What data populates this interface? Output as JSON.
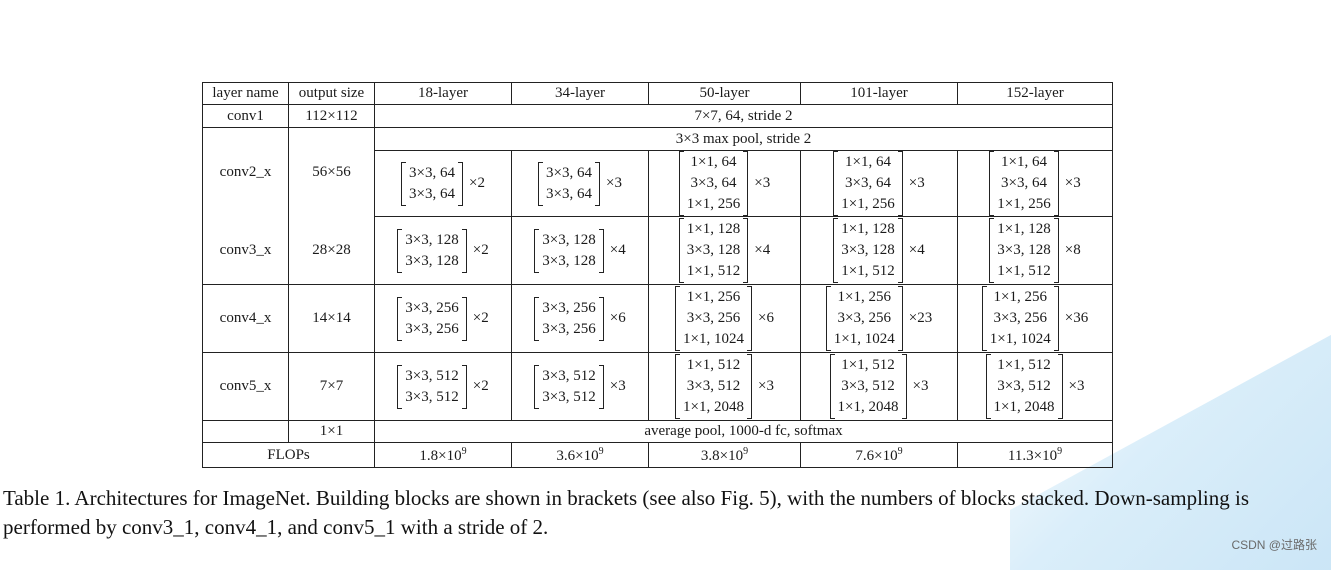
{
  "table": {
    "headers": [
      "layer name",
      "output size",
      "18-layer",
      "34-layer",
      "50-layer",
      "101-layer",
      "152-layer"
    ],
    "conv1": {
      "name": "conv1",
      "size": "112×112",
      "spec": "7×7, 64, stride 2"
    },
    "pool": {
      "spec": "3×3 max pool, stride 2"
    },
    "stages": [
      {
        "name": "conv2_x",
        "size": "56×56",
        "blocks": [
          {
            "lines": [
              "3×3, 64",
              "3×3, 64"
            ],
            "mult": "×2"
          },
          {
            "lines": [
              "3×3, 64",
              "3×3, 64"
            ],
            "mult": "×3"
          },
          {
            "lines": [
              "1×1, 64",
              "3×3, 64",
              "1×1, 256"
            ],
            "mult": "×3"
          },
          {
            "lines": [
              "1×1, 64",
              "3×3, 64",
              "1×1, 256"
            ],
            "mult": "×3"
          },
          {
            "lines": [
              "1×1, 64",
              "3×3, 64",
              "1×1, 256"
            ],
            "mult": "×3"
          }
        ]
      },
      {
        "name": "conv3_x",
        "size": "28×28",
        "blocks": [
          {
            "lines": [
              "3×3, 128",
              "3×3, 128"
            ],
            "mult": "×2"
          },
          {
            "lines": [
              "3×3, 128",
              "3×3, 128"
            ],
            "mult": "×4"
          },
          {
            "lines": [
              "1×1, 128",
              "3×3, 128",
              "1×1, 512"
            ],
            "mult": "×4"
          },
          {
            "lines": [
              "1×1, 128",
              "3×3, 128",
              "1×1, 512"
            ],
            "mult": "×4"
          },
          {
            "lines": [
              "1×1, 128",
              "3×3, 128",
              "1×1, 512"
            ],
            "mult": "×8"
          }
        ]
      },
      {
        "name": "conv4_x",
        "size": "14×14",
        "blocks": [
          {
            "lines": [
              "3×3, 256",
              "3×3, 256"
            ],
            "mult": "×2"
          },
          {
            "lines": [
              "3×3, 256",
              "3×3, 256"
            ],
            "mult": "×6"
          },
          {
            "lines": [
              "1×1, 256",
              "3×3, 256",
              "1×1, 1024"
            ],
            "mult": "×6"
          },
          {
            "lines": [
              "1×1, 256",
              "3×3, 256",
              "1×1, 1024"
            ],
            "mult": "×23"
          },
          {
            "lines": [
              "1×1, 256",
              "3×3, 256",
              "1×1, 1024"
            ],
            "mult": "×36"
          }
        ]
      },
      {
        "name": "conv5_x",
        "size": "7×7",
        "blocks": [
          {
            "lines": [
              "3×3, 512",
              "3×3, 512"
            ],
            "mult": "×2"
          },
          {
            "lines": [
              "3×3, 512",
              "3×3, 512"
            ],
            "mult": "×3"
          },
          {
            "lines": [
              "1×1, 512",
              "3×3, 512",
              "1×1, 2048"
            ],
            "mult": "×3"
          },
          {
            "lines": [
              "1×1, 512",
              "3×3, 512",
              "1×1, 2048"
            ],
            "mult": "×3"
          },
          {
            "lines": [
              "1×1, 512",
              "3×3, 512",
              "1×1, 2048"
            ],
            "mult": "×3"
          }
        ]
      }
    ],
    "avg": {
      "size": "1×1",
      "spec": "average pool, 1000-d fc, softmax"
    },
    "flops": {
      "label": "FLOPs",
      "values": [
        {
          "base": "1.8×10",
          "exp": "9"
        },
        {
          "base": "3.6×10",
          "exp": "9"
        },
        {
          "base": "3.8×10",
          "exp": "9"
        },
        {
          "base": "7.6×10",
          "exp": "9"
        },
        {
          "base": "11.3×10",
          "exp": "9"
        }
      ]
    }
  },
  "caption": "Table 1. Architectures for ImageNet. Building blocks are shown in brackets (see also Fig. 5), with the numbers of blocks stacked. Down-sampling is performed by conv3_1, conv4_1, and conv5_1 with a stride of 2.",
  "watermark": "CSDN @过路张"
}
